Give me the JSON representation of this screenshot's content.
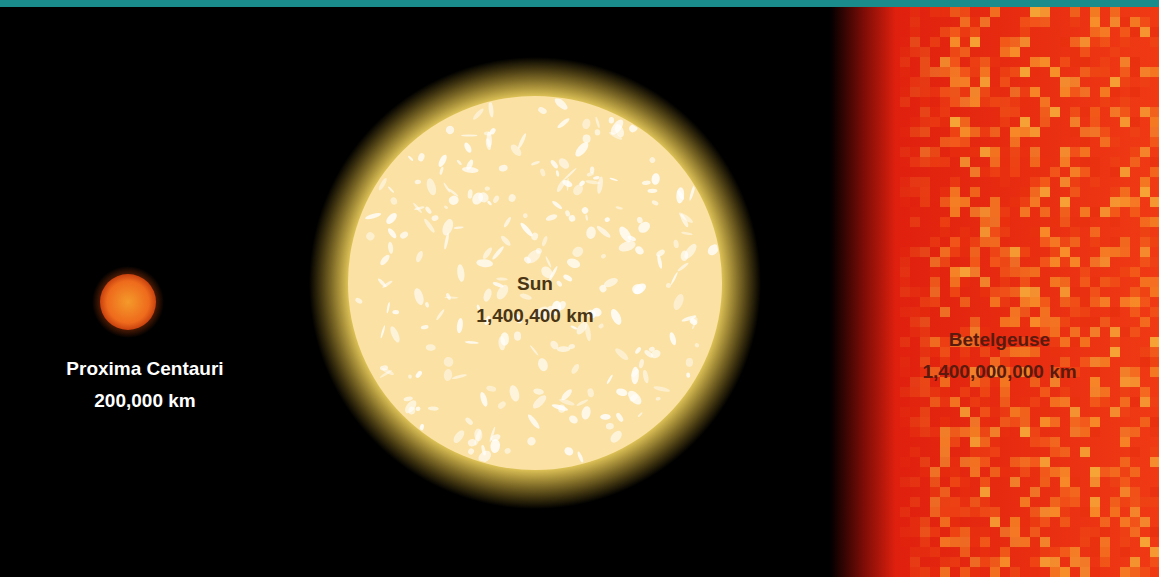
{
  "diagram": {
    "nodes": [
      {
        "text": [
          "Proxima Centauri",
          "200,000 km"
        ]
      },
      {
        "text": [
          "Sun",
          "1,400,400 km"
        ]
      },
      {
        "text": [
          "Betelgeuse",
          "1,400,000,000 km"
        ]
      }
    ]
  }
}
